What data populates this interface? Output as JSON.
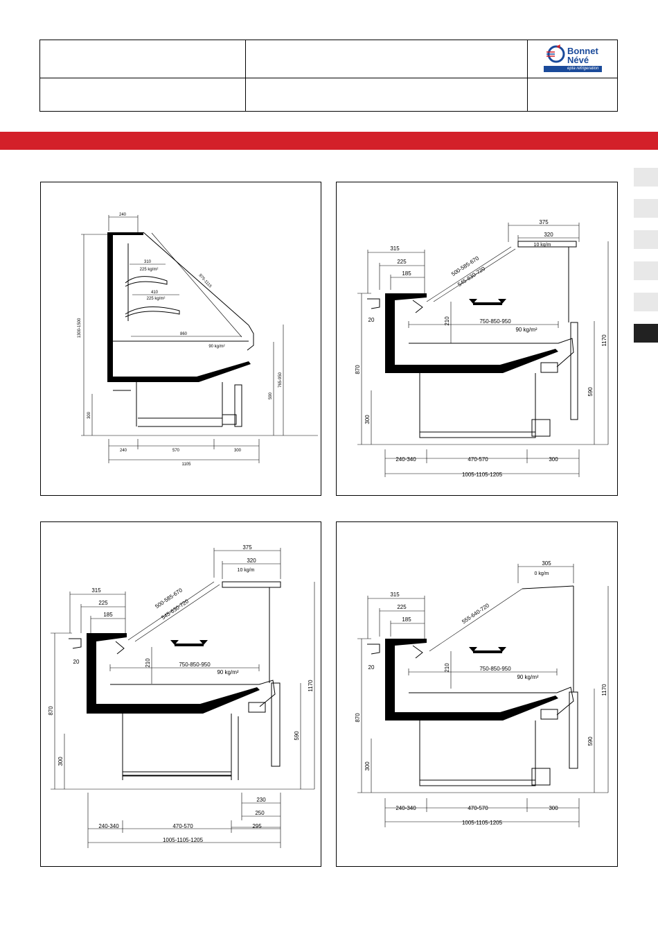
{
  "logo": {
    "line1": "Bonnet",
    "line2": "Névé",
    "tagline": "epta refrigeration"
  },
  "colors": {
    "band": "#d32029",
    "logo": "#1a4a9a",
    "tab": "#e8e8e8",
    "tab_active": "#222222"
  },
  "tabs": {
    "count": 6,
    "active_index": 5
  },
  "drawings": {
    "d1": {
      "w_top": "240",
      "h_total": "1300-1500",
      "diag": "975-1115",
      "shelf1_w": "310",
      "shelf1_load": "225 kg/m²",
      "shelf2_w": "410",
      "shelf2_load": "225 kg/m²",
      "deck_w": "860",
      "deck_load": "90 kg/m²",
      "h_front": "765-950",
      "h_590": "590",
      "h_300": "300",
      "b1": "240",
      "b2": "570",
      "b3": "300",
      "b_total": "1105"
    },
    "d2": {
      "top_outer": "375",
      "top_inner": "320",
      "top_load": "10 kg/m",
      "w315": "315",
      "w225": "225",
      "w185": "185",
      "diag1": "500-585-670",
      "diag2": "545-630-720",
      "h210": "210",
      "deck_w": "750-850-950",
      "deck_load": "90 kg/m²",
      "h20": "20",
      "h870": "870",
      "h300": "300",
      "h590": "590",
      "h1170": "1170",
      "b1": "240-340",
      "b2": "470-570",
      "b3": "300",
      "b_total": "1005-1105-1205"
    },
    "d3": {
      "top_outer": "375",
      "top_inner": "320",
      "top_load": "10 kg/m",
      "w315": "315",
      "w225": "225",
      "w185": "185",
      "diag1": "500-585-670",
      "diag2": "545-630-720",
      "h210": "210",
      "deck_w": "750-850-950",
      "deck_load": "90 kg/m²",
      "h20": "20",
      "h870": "870",
      "h300": "300",
      "h590": "590",
      "h1170": "1170",
      "r230": "230",
      "r250": "250",
      "r295": "295",
      "b1": "240-340",
      "b2": "470-570",
      "b_total": "1005-1105-1205"
    },
    "d4": {
      "top_outer": "305",
      "top_load": "0 kg/m",
      "w315": "315",
      "w225": "225",
      "w185": "185",
      "diag": "555-640-720",
      "h210": "210",
      "deck_w": "750-850-950",
      "deck_load": "90 kg/m²",
      "h20": "20",
      "h870": "870",
      "h300": "300",
      "h590": "590",
      "h1170": "1170",
      "b1": "240-340",
      "b2": "470-570",
      "b3": "300",
      "b_total": "1005-1105-1205"
    }
  }
}
